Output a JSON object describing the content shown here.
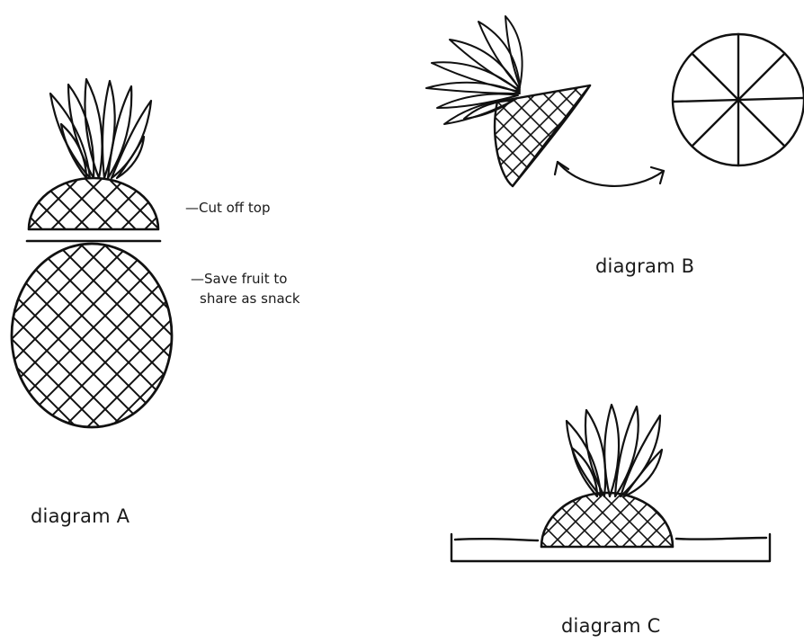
{
  "diagram_a": {
    "caption": "diagram A",
    "annotations": {
      "cut_top": "—Cut off top",
      "save_fruit_line1": "—Save fruit to",
      "save_fruit_line2": "share as snack"
    }
  },
  "diagram_b": {
    "caption": "diagram B"
  },
  "diagram_c": {
    "caption": "diagram C"
  },
  "colors": {
    "ink": "#111111",
    "paper": "#ffffff"
  }
}
